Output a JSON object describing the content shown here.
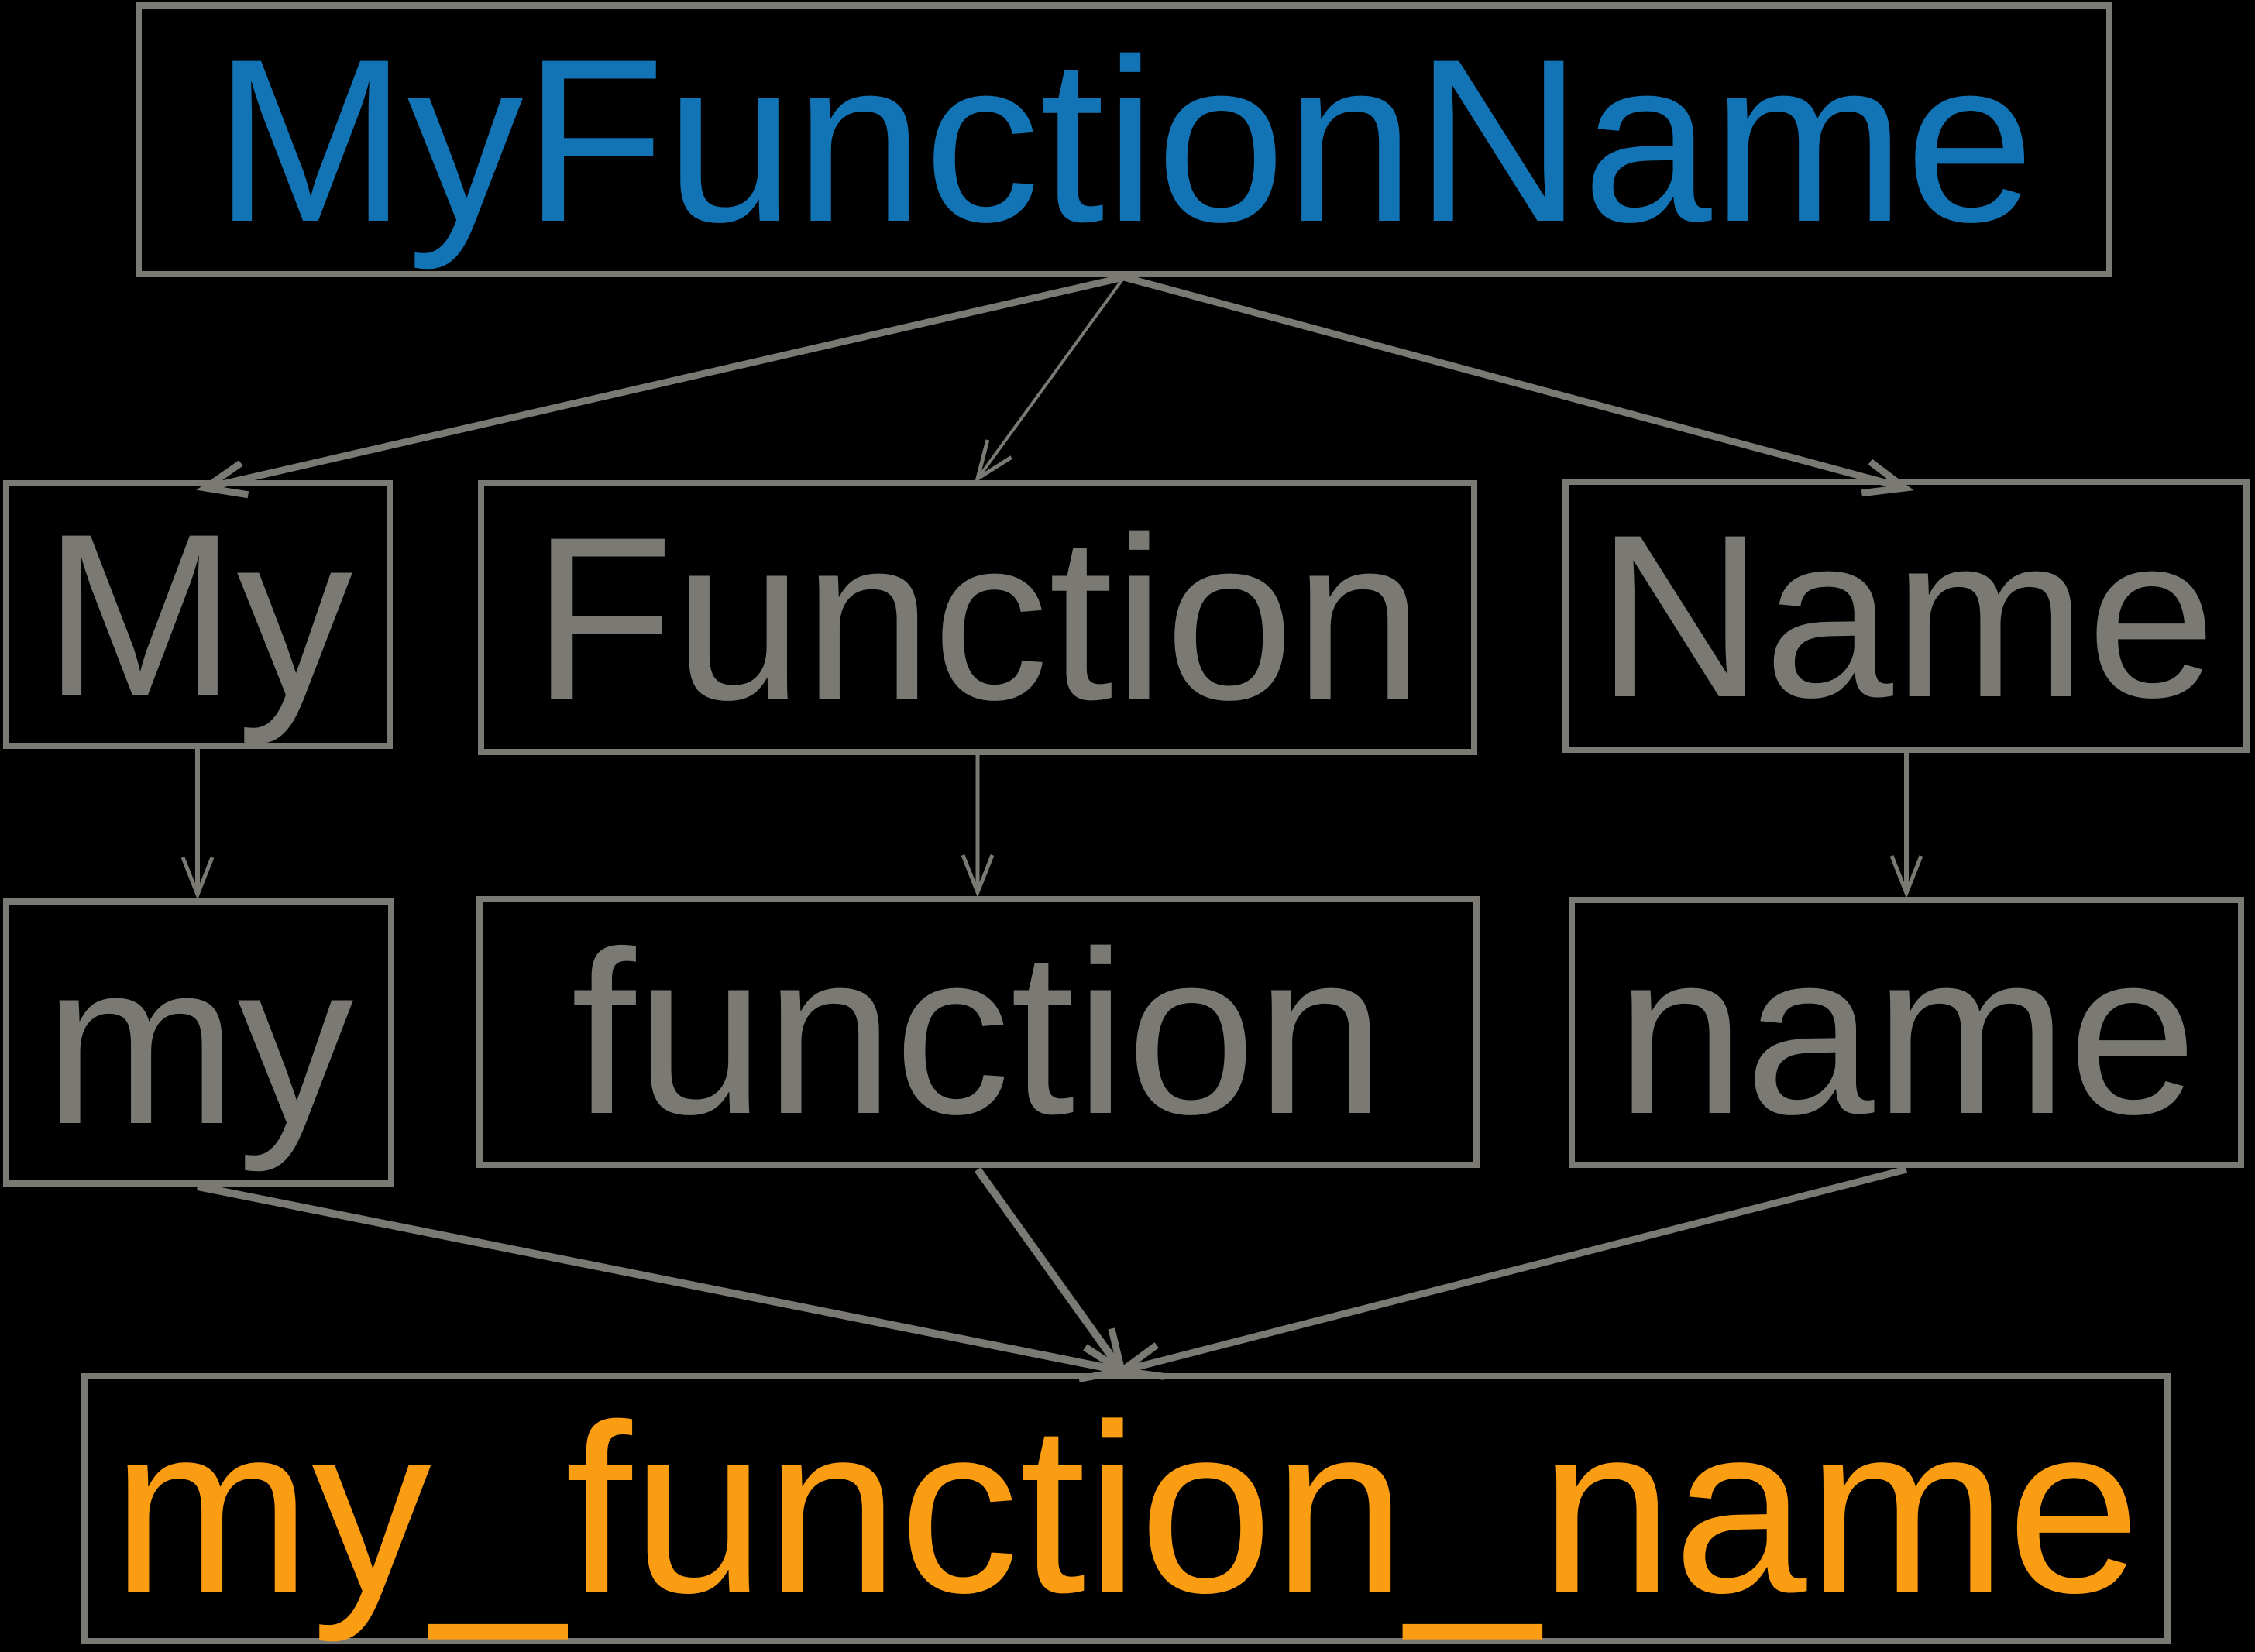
{
  "diagram": {
    "description": "camelcase-to-snake-case-conversion",
    "nodes": {
      "camel": {
        "label": "MyFunctionName"
      },
      "word1": {
        "label": "My"
      },
      "word2": {
        "label": "Function"
      },
      "word3": {
        "label": "Name"
      },
      "lower1": {
        "label": "my"
      },
      "lower2": {
        "label": "function"
      },
      "lower3": {
        "label": "name"
      },
      "snake": {
        "label": "my_function_name"
      }
    },
    "colors": {
      "background": "#000000",
      "line_and_gray_text": "#7a7974",
      "camel_text": "#1273b5",
      "snake_text": "#fa9d13"
    }
  }
}
